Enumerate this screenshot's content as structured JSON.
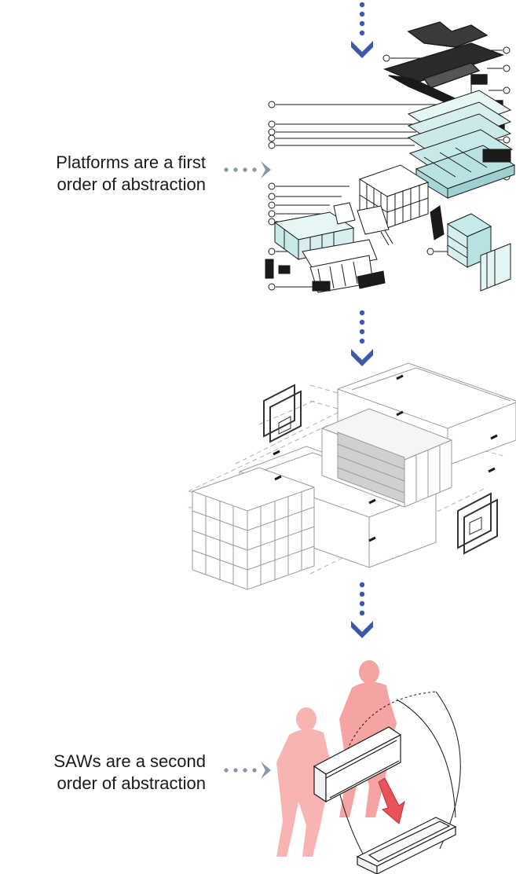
{
  "captions": {
    "platforms": {
      "line1": "Platforms are a first",
      "line2": "order of abstraction"
    },
    "saws": {
      "line1": "SAWs are a second",
      "line2": "order of abstraction"
    }
  },
  "colors": {
    "arrow_blue": "#3a59a8",
    "arrow_gray": "#8795a8",
    "platform_teal": "#c6e9e9",
    "saw_figure_red": "#f6a3a3",
    "saw_arrow_red": "#e8525a",
    "line_dark": "#1a1a1a",
    "line_gray": "#9a9a9a"
  },
  "diagrams": {
    "exploded_platform_axonometric": "exploded axonometric of a platform",
    "platform_module": "isometric platform module",
    "saw_component": "SAW component with human figures"
  }
}
